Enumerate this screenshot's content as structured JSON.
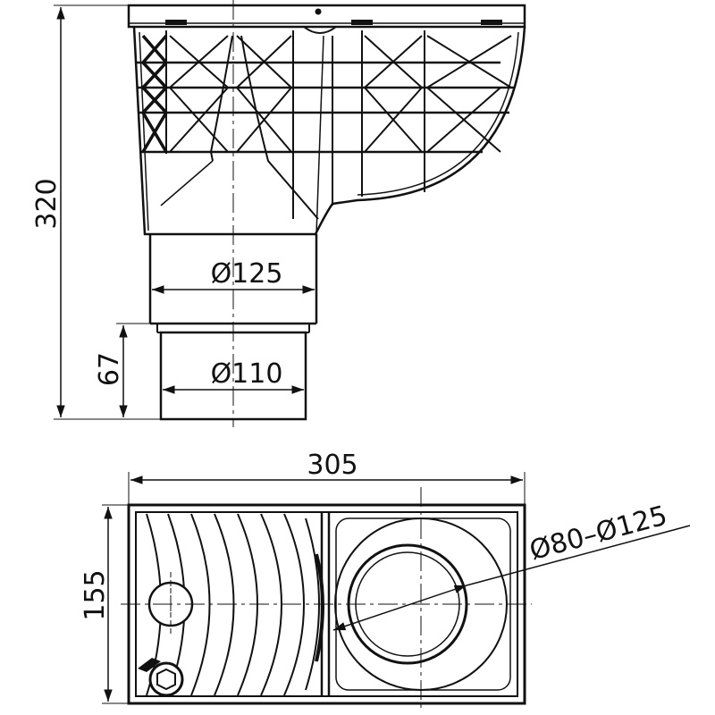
{
  "dimensions": {
    "total_height": "320",
    "outlet_length": "67",
    "upper_diameter": "Ø125",
    "lower_diameter": "Ø110",
    "width": "305",
    "depth": "155",
    "inlet_range": "Ø80–Ø125"
  },
  "colors": {
    "line": "#111111",
    "background": "#ffffff"
  }
}
